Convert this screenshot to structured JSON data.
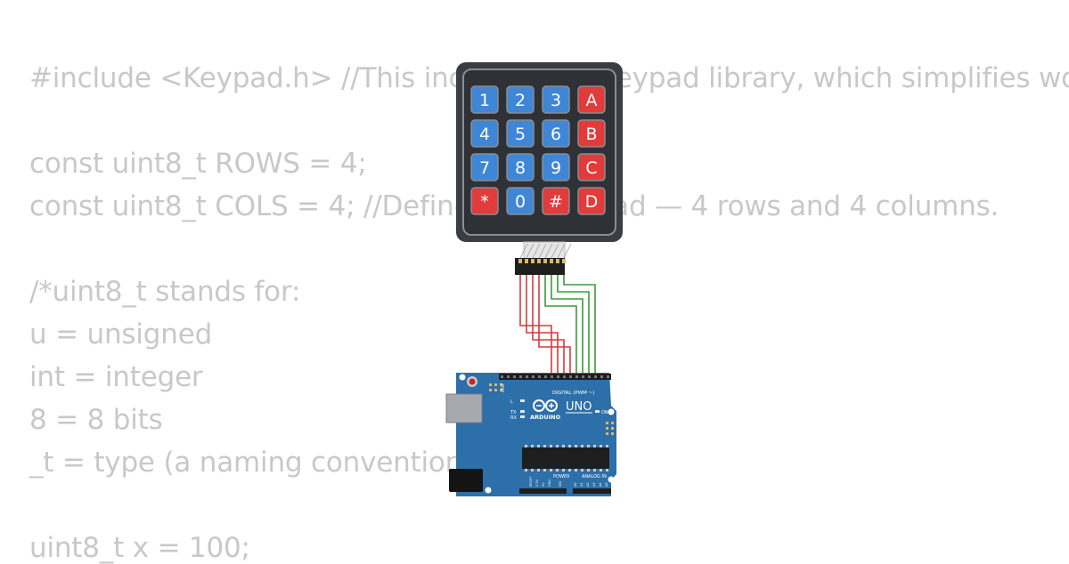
{
  "code_lines": [
    "#include <Keypad.h> //This includes the Keypad library, which simplifies wo",
    "",
    "const uint8_t ROWS = 4;",
    "const uint8_t COLS = 4; //Defines the keypad — 4 rows and 4 columns.",
    "",
    "/*uint8_t stands for:",
    "u = unsigned",
    "int = integer",
    "8 = 8 bits",
    "_t = type (a naming convention)",
    "",
    "uint8_t x = 100;"
  ],
  "keypad": {
    "keys": [
      [
        "1",
        "2",
        "3",
        "A"
      ],
      [
        "4",
        "5",
        "6",
        "B"
      ],
      [
        "7",
        "8",
        "9",
        "C"
      ],
      [
        "*",
        "0",
        "#",
        "D"
      ]
    ],
    "colors": {
      "body": "#2e3135",
      "number_key": "#3f86d6",
      "letter_key": "#e23b3b"
    }
  },
  "arduino": {
    "brand": "ARDUINO",
    "model": "UNO",
    "digital_header": "DIGITAL (PWM ~)",
    "power_header": "POWER",
    "analog_header": "ANALOG IN",
    "on_label": "ON",
    "tx_label": "TX",
    "rx_label": "RX",
    "l_label": "L",
    "aref_label": "AREF",
    "gnd_label": "GND",
    "reset_label": "RESET",
    "v33_label": "3.3V",
    "v5_label": "5V",
    "vin_label": "VIN",
    "analog_pins": [
      "A0",
      "A1",
      "A2",
      "A3",
      "A4",
      "A5"
    ],
    "colors": {
      "board": "#2d6fa8"
    }
  },
  "wires": {
    "row_color": "#d33c3c",
    "col_color": "#3a9b3a"
  }
}
